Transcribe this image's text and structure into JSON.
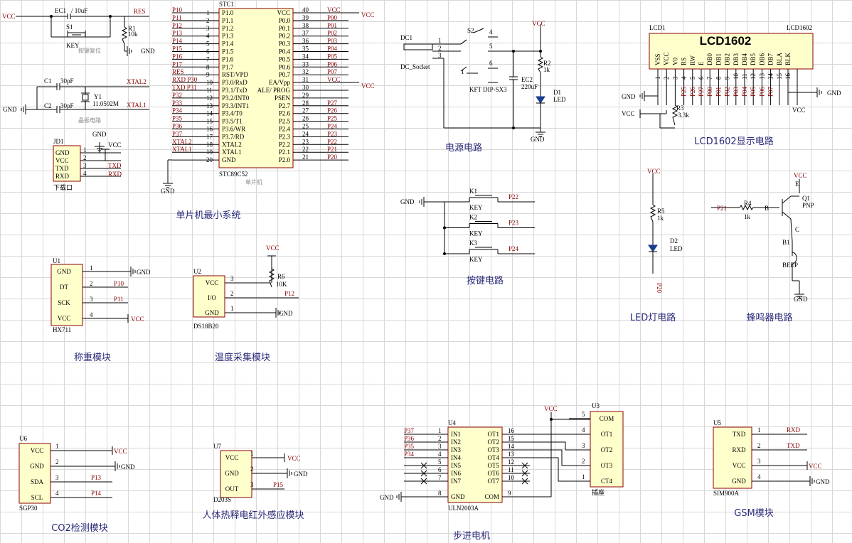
{
  "colors": {
    "wire": "#000000",
    "net_label": "#8b0000",
    "title": "#2a2a7a",
    "part_fill": "#ffffcc",
    "part_border": "#8b0000",
    "grid": "#d8d8d8"
  },
  "section_titles": {
    "mcu": "单片机最小系统",
    "power": "电源电路",
    "lcd": "LCD1602显示电路",
    "keys": "按键电路",
    "led": "LED灯电路",
    "buzzer": "蜂鸣器电路",
    "weight": "称重模块",
    "temp": "温度采集模块",
    "co2": "CO2检测模块",
    "pir": "人体热释电红外感应模块",
    "stepper": "步进电机",
    "gsm": "GSM模块"
  },
  "reset": {
    "vcc": "VCC",
    "cap": "EC1",
    "cap_value": "10uF",
    "switch": "S1",
    "switch_type": "KEY",
    "res": "R1",
    "res_value": "10k",
    "net": "RES",
    "gnd": "GND",
    "caption": "按键复位"
  },
  "crystal": {
    "c1": "C1",
    "c1_value": "30pF",
    "c2": "C2",
    "c2_value": "30pF",
    "xtal": "Y1",
    "xtal_value": "11.0592M",
    "net1": "XTAL2",
    "net2": "XTAL1",
    "gnd": "GND",
    "caption": "晶振电路"
  },
  "download": {
    "ref": "JD1",
    "pins": [
      {
        "name": "GND",
        "num": "1",
        "net": "GND"
      },
      {
        "name": "VCC",
        "num": "2",
        "net": "VCC"
      },
      {
        "name": "TXD",
        "num": "3",
        "net": "TXD"
      },
      {
        "name": "RXD",
        "num": "4",
        "net": "RXD"
      }
    ],
    "caption": "下载口"
  },
  "mcu": {
    "ref": "STC1",
    "part": "STC89C52",
    "caption": "单片机",
    "left": [
      {
        "net": "P10",
        "pin": "1",
        "name": "P1.0"
      },
      {
        "net": "P11",
        "pin": "2",
        "name": "P1.1"
      },
      {
        "net": "P12",
        "pin": "3",
        "name": "P1.2"
      },
      {
        "net": "P13",
        "pin": "4",
        "name": "P1.3"
      },
      {
        "net": "P14",
        "pin": "5",
        "name": "P1.4"
      },
      {
        "net": "P15",
        "pin": "6",
        "name": "P1.5"
      },
      {
        "net": "P16",
        "pin": "7",
        "name": "P1.6"
      },
      {
        "net": "P17",
        "pin": "8",
        "name": "P1.7"
      },
      {
        "net": "RES",
        "pin": "9",
        "name": "RST/VPD"
      },
      {
        "net": "RXD P30",
        "pin": "10",
        "name": "P3.0/RxD"
      },
      {
        "net": "TXD P31",
        "pin": "11",
        "name": "P3.1/TxD"
      },
      {
        "net": "P32",
        "pin": "12",
        "name": "P3.2/INT0"
      },
      {
        "net": "P33",
        "pin": "13",
        "name": "P3.3/INT1"
      },
      {
        "net": "P34",
        "pin": "14",
        "name": "P3.4/T0"
      },
      {
        "net": "P35",
        "pin": "15",
        "name": "P3.5/T1"
      },
      {
        "net": "P36",
        "pin": "16",
        "name": "P3.6/WR"
      },
      {
        "net": "P37",
        "pin": "17",
        "name": "P3.7/RD"
      },
      {
        "net": "XTAL2",
        "pin": "18",
        "name": "XTAL2"
      },
      {
        "net": "XTAL1",
        "pin": "19",
        "name": "XTAL1"
      },
      {
        "net": "",
        "pin": "20",
        "name": "GND"
      }
    ],
    "right": [
      {
        "net": "VCC",
        "pin": "40",
        "name": "VCC"
      },
      {
        "net": "P00",
        "pin": "39",
        "name": "P0.0"
      },
      {
        "net": "P01",
        "pin": "38",
        "name": "P0.1"
      },
      {
        "net": "P02",
        "pin": "37",
        "name": "P0.2"
      },
      {
        "net": "P03",
        "pin": "36",
        "name": "P0.3"
      },
      {
        "net": "P04",
        "pin": "35",
        "name": "P0.4"
      },
      {
        "net": "P05",
        "pin": "34",
        "name": "P0.5"
      },
      {
        "net": "P06",
        "pin": "33",
        "name": "P0.6"
      },
      {
        "net": "P07",
        "pin": "32",
        "name": "P0.7"
      },
      {
        "net": "VCC",
        "pin": "31",
        "name": "EA/Vpp"
      },
      {
        "net": "",
        "pin": "30",
        "name": "ALE/ PROG"
      },
      {
        "net": "",
        "pin": "29",
        "name": "PSEN"
      },
      {
        "net": "P27",
        "pin": "28",
        "name": "P2.7"
      },
      {
        "net": "P26",
        "pin": "27",
        "name": "P2.6"
      },
      {
        "net": "P25",
        "pin": "26",
        "name": "P2.5"
      },
      {
        "net": "P24",
        "pin": "25",
        "name": "P2.4"
      },
      {
        "net": "P23",
        "pin": "24",
        "name": "P2.3"
      },
      {
        "net": "P22",
        "pin": "23",
        "name": "P2.2"
      },
      {
        "net": "P21",
        "pin": "22",
        "name": "P2.1"
      },
      {
        "net": "P20",
        "pin": "21",
        "name": "P2.0"
      }
    ],
    "gnd": "GND"
  },
  "power": {
    "jack": "DC1",
    "jack_label": "DC_Socket",
    "switch": "S2",
    "switch_label": "KFT DIP-SX3",
    "cap": "EC2",
    "cap_value": "220uF",
    "res": "R2",
    "res_value": "1k",
    "led": "D1",
    "led_label": "LED",
    "vcc": "VCC",
    "gnd": "GND",
    "pins": [
      "1",
      "2",
      "3",
      "4",
      "5",
      "6",
      "1",
      "2",
      "3"
    ]
  },
  "lcd": {
    "ref": "LCD1",
    "title": "LCD1602",
    "part": "LCD1602",
    "pin_names": [
      "VSS",
      "VCC",
      "V0",
      "RS",
      "RW",
      "E",
      "DB0",
      "DB1",
      "DB2",
      "DB3",
      "DB4",
      "DB5",
      "DB6",
      "DB7",
      "BLA",
      "BLK"
    ],
    "pin_nums": [
      "1",
      "2",
      "3",
      "4",
      "5",
      "6",
      "7",
      "8",
      "9",
      "10",
      "11",
      "12",
      "13",
      "14",
      "15",
      "16"
    ],
    "nets": [
      "",
      "",
      "",
      "P25",
      "P26",
      "P27",
      "P00",
      "P01",
      "P02",
      "P03",
      "P04",
      "P05",
      "P06",
      "P07",
      "",
      ""
    ],
    "res": "R3",
    "res_value": "3.3k",
    "gnd": "GND",
    "vcc": "VCC",
    "vcc2": "VCC",
    "gnd2": "GND"
  },
  "keys": {
    "gnd": "GND",
    "items": [
      {
        "ref": "K1",
        "type": "KEY",
        "net": "P22"
      },
      {
        "ref": "K2",
        "type": "KEY",
        "net": "P23"
      },
      {
        "ref": "K3",
        "type": "KEY",
        "net": "P24"
      }
    ]
  },
  "led": {
    "vcc": "VCC",
    "res": "R5",
    "res_value": "1k",
    "led": "D2",
    "led_label": "LED",
    "net": "P20"
  },
  "buzzer": {
    "vcc": "VCC",
    "net": "P21",
    "res": "R4",
    "res_value": "1k",
    "base": "B",
    "transistor": "Q1",
    "type": "PNP",
    "emitter": "E",
    "collector": "C",
    "buzzer": "B1",
    "buzzer_label": "BEEP",
    "gnd": "GND"
  },
  "hx711": {
    "ref": "U1",
    "part": "HX711",
    "pins": [
      {
        "name": "GND",
        "num": "1",
        "net": "GND"
      },
      {
        "name": "DT",
        "num": "2",
        "net": "P10"
      },
      {
        "name": "SCK",
        "num": "3",
        "net": "P11"
      },
      {
        "name": "VCC",
        "num": "4",
        "net": "VCC"
      }
    ]
  },
  "ds18b20": {
    "ref": "U2",
    "part": "DS18B20",
    "pins": [
      {
        "name": "VCC",
        "num": "3"
      },
      {
        "name": "I/O",
        "num": "2"
      },
      {
        "name": "GND",
        "num": "1"
      }
    ],
    "vcc": "VCC",
    "res": "R6",
    "res_value": "10K",
    "net": "P12",
    "gnd": "GND"
  },
  "sgp30": {
    "ref": "U6",
    "part": "SGP30",
    "pins": [
      {
        "name": "VCC",
        "num": "1",
        "net": "VCC"
      },
      {
        "name": "GND",
        "num": "2",
        "net": "GND"
      },
      {
        "name": "SDA",
        "num": "3",
        "net": "P13"
      },
      {
        "name": "SCL",
        "num": "4",
        "net": "P14"
      }
    ]
  },
  "d203s": {
    "ref": "U7",
    "part": "D203S",
    "pins": [
      {
        "name": "VCC",
        "num": "1",
        "net": "VCC"
      },
      {
        "name": "GND",
        "num": "2",
        "net": "GND"
      },
      {
        "name": "OUT",
        "num": "3",
        "net": "P15"
      }
    ]
  },
  "uln": {
    "ref": "U4",
    "part": "ULN2003A",
    "left": [
      {
        "net": "P37",
        "num": "1",
        "name": "IN1"
      },
      {
        "net": "P36",
        "num": "2",
        "name": "IN2"
      },
      {
        "net": "P35",
        "num": "3",
        "name": "IN3"
      },
      {
        "net": "P34",
        "num": "4",
        "name": "IN4"
      },
      {
        "net": "",
        "num": "5",
        "name": "IN5"
      },
      {
        "net": "",
        "num": "6",
        "name": "IN6"
      },
      {
        "net": "",
        "num": "7",
        "name": "IN7"
      },
      {
        "net": "GND",
        "num": "8",
        "name": "GND"
      }
    ],
    "right": [
      {
        "num": "16",
        "name": "OT1"
      },
      {
        "num": "15",
        "name": "OT2"
      },
      {
        "num": "14",
        "name": "OT3"
      },
      {
        "num": "13",
        "name": "OT4"
      },
      {
        "num": "12",
        "name": "OT5"
      },
      {
        "num": "11",
        "name": "OT6"
      },
      {
        "num": "10",
        "name": "OT7"
      },
      {
        "num": "9",
        "name": "COM"
      }
    ],
    "vcc": "VCC"
  },
  "motor": {
    "ref": "U3",
    "part": "插座",
    "pins": [
      {
        "num": "5",
        "name": "COM"
      },
      {
        "num": "4",
        "name": "OT1"
      },
      {
        "num": "3",
        "name": "OT2"
      },
      {
        "num": "2",
        "name": "OT3"
      },
      {
        "num": "1",
        "name": "CT4"
      }
    ]
  },
  "sim900": {
    "ref": "U5",
    "part": "SIM900A",
    "pins": [
      {
        "name": "TXD",
        "num": "1",
        "net": "RXD"
      },
      {
        "name": "RXD",
        "num": "2",
        "net": "TXD"
      },
      {
        "name": "VCC",
        "num": "3",
        "net": "VCC"
      },
      {
        "name": "GND",
        "num": "4",
        "net": "GND"
      }
    ]
  }
}
